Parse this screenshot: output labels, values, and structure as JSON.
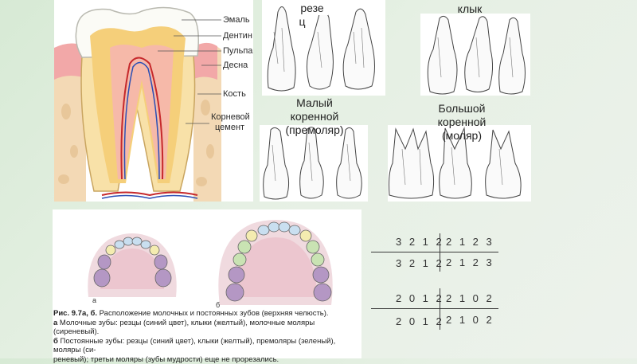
{
  "tooth_anatomy": {
    "labels": [
      "Эмаль",
      "Дентин",
      "Пульпа",
      "Десна",
      "Кость",
      "Корневой",
      "цемент"
    ]
  },
  "teeth_types": {
    "incisor": [
      "резе",
      "ц"
    ],
    "canine": "клык",
    "premolar": [
      "Малый",
      "коренной",
      "(премоляр)"
    ],
    "molar": [
      "Большой",
      "коренной",
      "(моляр)"
    ]
  },
  "jaw_figure": {
    "label_a": "а",
    "label_b": "б",
    "caption_title_bold": "Рис. 9.7а, б.",
    "caption_title": " Расположение молочных и постоянных зубов (верхняя челюсть).",
    "caption_a_bold": "а",
    "caption_a": " Молочные зубы: резцы (синий цвет), клыки (желтый), молочные моляры (сиреневый).",
    "caption_b_bold": "б",
    "caption_b_1": " Постоянные зубы: резцы (синий цвет), клыки (желтый), премоляры (зеленый), моляры (си-",
    "caption_b_2": "реневый); третьи моляры (зубы мудрости) еще не прорезались.",
    "colors": {
      "incisor": "#c9dff0",
      "canine": "#f4ecb0",
      "premolar": "#c9e3b3",
      "molar": "#b497c4",
      "palate": "#ecc6cf",
      "gum": "#f0dadf"
    }
  },
  "dental_formulas": {
    "permanent_upper_left": "3 2 1 2",
    "permanent_upper_right": "2 1 2 3",
    "permanent_lower_left": "3 2 1 2",
    "permanent_lower_right": "2 1 2 3",
    "milk_upper_left": "2 0 1 2",
    "milk_upper_right": "2 1 0 2",
    "milk_lower_left": "2 0 1 2",
    "milk_lower_right": "2 1 0 2"
  }
}
